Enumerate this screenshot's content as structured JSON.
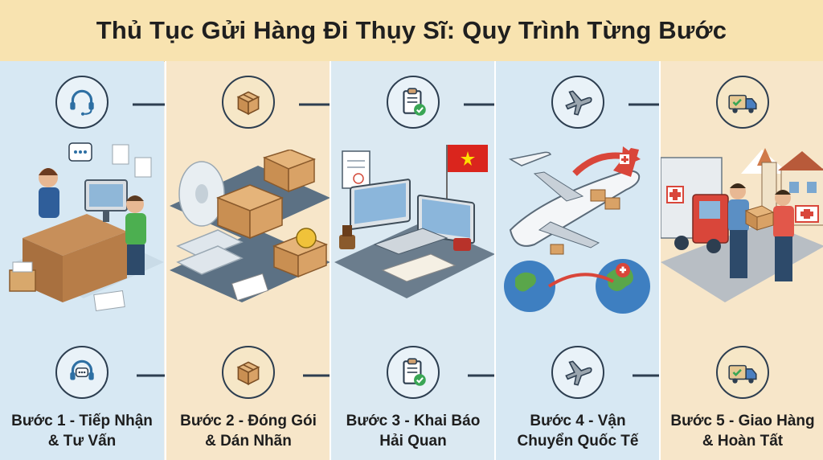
{
  "title": "Thủ Tục Gửi Hàng Đi Thụy Sĩ: Quy Trình Từng Bước",
  "colors": {
    "header_bg": "#f8e3b0",
    "blue_panel": "#d7e8f3",
    "cream_panel": "#f7e6c9",
    "outline": "#2d3e50",
    "check_green": "#3aa655",
    "flag_red": "#da251d",
    "flag_star": "#ffde00",
    "swiss_red": "#e2332f"
  },
  "steps": [
    {
      "line1": "Bước 1 - Tiếp Nhận",
      "line2": "& Tư Vấn",
      "icon": "headset-icon"
    },
    {
      "line1": "Bước 2 - Đóng Gói",
      "line2": "& Dán Nhãn",
      "icon": "box-icon"
    },
    {
      "line1": "Bước 3 - Khai Báo",
      "line2": "Hải Quan",
      "icon": "clipboard-check-icon"
    },
    {
      "line1": "Bước 4 - Vận",
      "line2": "Chuyển Quốc Tế",
      "icon": "airplane-icon"
    },
    {
      "line1": "Bước 5 - Giao Hàng",
      "line2": "& Hoàn Tất",
      "icon": "delivery-truck-icon"
    }
  ]
}
